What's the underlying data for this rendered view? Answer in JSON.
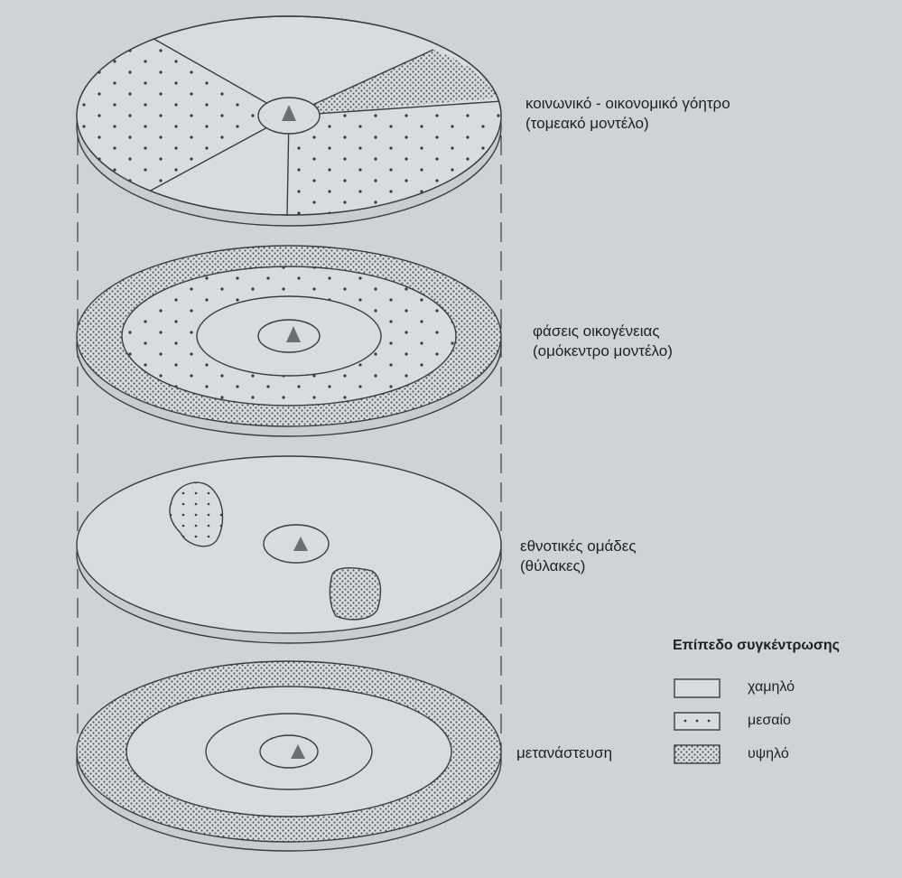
{
  "layers": [
    {
      "line1": "κοινωνικό - οικονομικό γόητρο",
      "line2": "(τομεακό μοντέλο)"
    },
    {
      "line1": "φάσεις οικογένειας",
      "line2": "(ομόκεντρο μοντέλο)"
    },
    {
      "line1": "εθνοτικές ομάδες",
      "line2": "(θύλακες)"
    },
    {
      "line1": "μετανάστευση",
      "line2": ""
    }
  ],
  "legend": {
    "title": "Επίπεδο συγκέντρωσης",
    "items": [
      {
        "label": "χαμηλό",
        "pattern": "empty"
      },
      {
        "label": "μεσαίο",
        "pattern": "dots"
      },
      {
        "label": "υψηλό",
        "pattern": "dense"
      }
    ]
  },
  "colors": {
    "background": "#cfd3d6",
    "disk": "#d8dcdf",
    "line": "#3a3c40",
    "center_marker": "#6b6e73"
  }
}
